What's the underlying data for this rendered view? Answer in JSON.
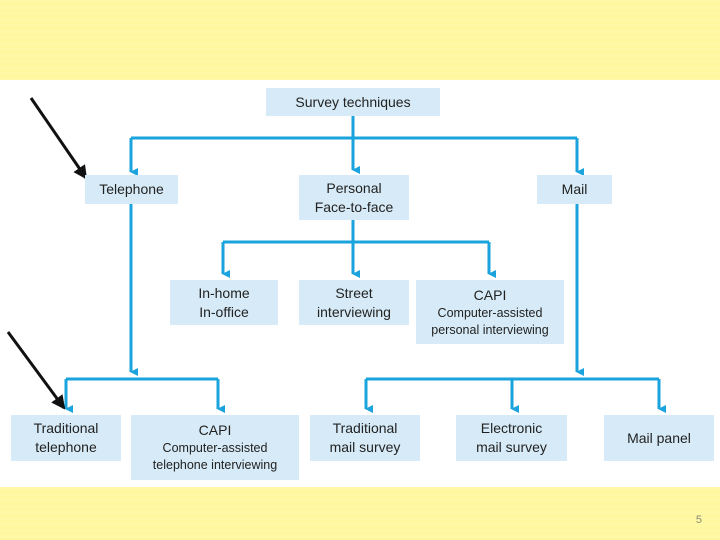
{
  "diagram": {
    "root": "Survey techniques",
    "level1": {
      "telephone": "Telephone",
      "personal": [
        "Personal",
        "Face-to-face"
      ],
      "mail": "Mail"
    },
    "personal_children": {
      "inhome": [
        "In-home",
        "In-office"
      ],
      "street": [
        "Street",
        "interviewing"
      ],
      "capi": {
        "title": "CAPI",
        "sub": [
          "Computer-assisted",
          "personal interviewing"
        ]
      }
    },
    "telephone_children": {
      "traditional": [
        "Traditional",
        "telephone"
      ],
      "capi": {
        "title": "CAPI",
        "sub": [
          "Computer-assisted",
          "telephone interviewing"
        ]
      }
    },
    "mail_children": {
      "traditional": [
        "Traditional",
        "mail survey"
      ],
      "electronic": [
        "Electronic",
        "mail survey"
      ],
      "panel": "Mail panel"
    }
  },
  "slide": {
    "page_number": "5"
  },
  "colors": {
    "connector": "#1aa3dd",
    "box_fill": "#d6ebf7",
    "background_band": "#fff9a6",
    "pointer_arrow": "#111111"
  }
}
